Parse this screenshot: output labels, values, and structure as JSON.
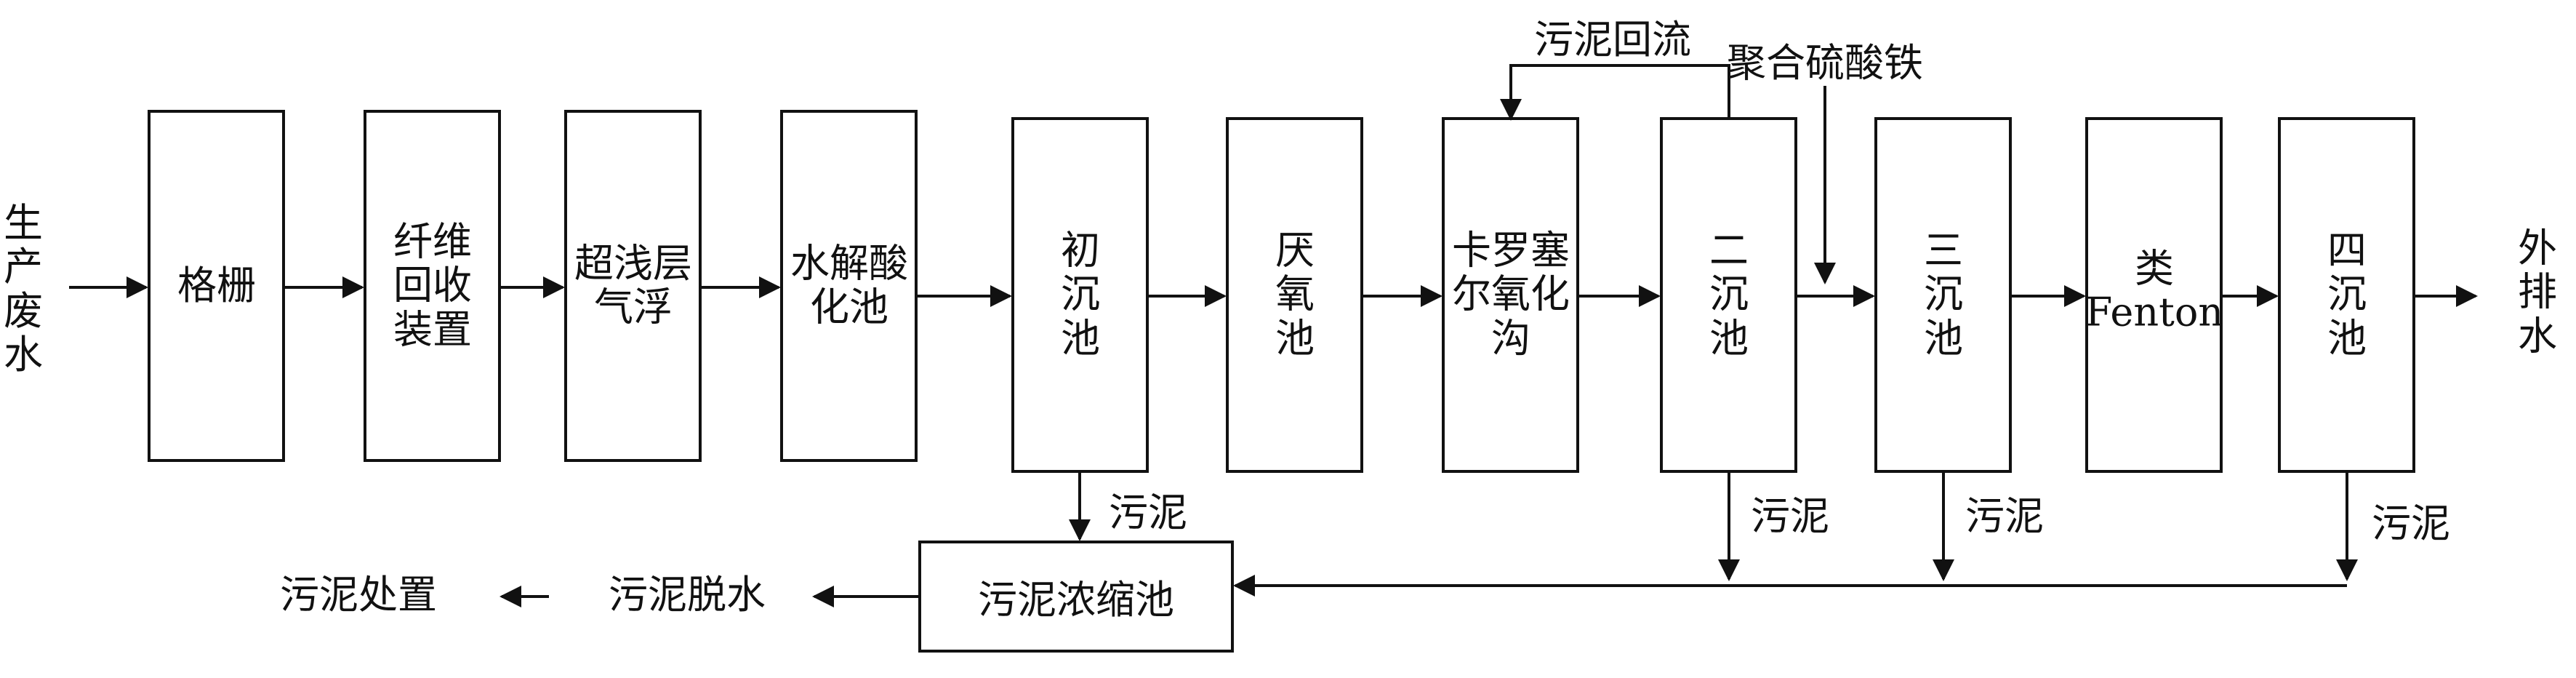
{
  "input_label": "生产废水",
  "output_label": "外排水",
  "processes": {
    "screen": "格栅",
    "fiber": "纤维\n回收\n装置",
    "flotation": "超浅层\n气浮",
    "hydrolysis": "水解酸\n化池",
    "primary": "初\n沉\n池",
    "anaerobic": "厌\n氧\n池",
    "carrousel": "卡罗塞\n尔氧化\n沟",
    "secondary": "二\n沉\n池",
    "tertiary": "三\n沉\n池",
    "fenton": "类\nFenton",
    "quaternary": "四\n沉\n池"
  },
  "annotations": {
    "sludge_return": "污泥回流",
    "ferric_sulfate": "聚合硫酸铁",
    "sludge": "污泥"
  },
  "sludge_line": {
    "thickener": "污泥浓缩池",
    "dewatering": "污泥脱水",
    "disposal": "污泥处置"
  }
}
